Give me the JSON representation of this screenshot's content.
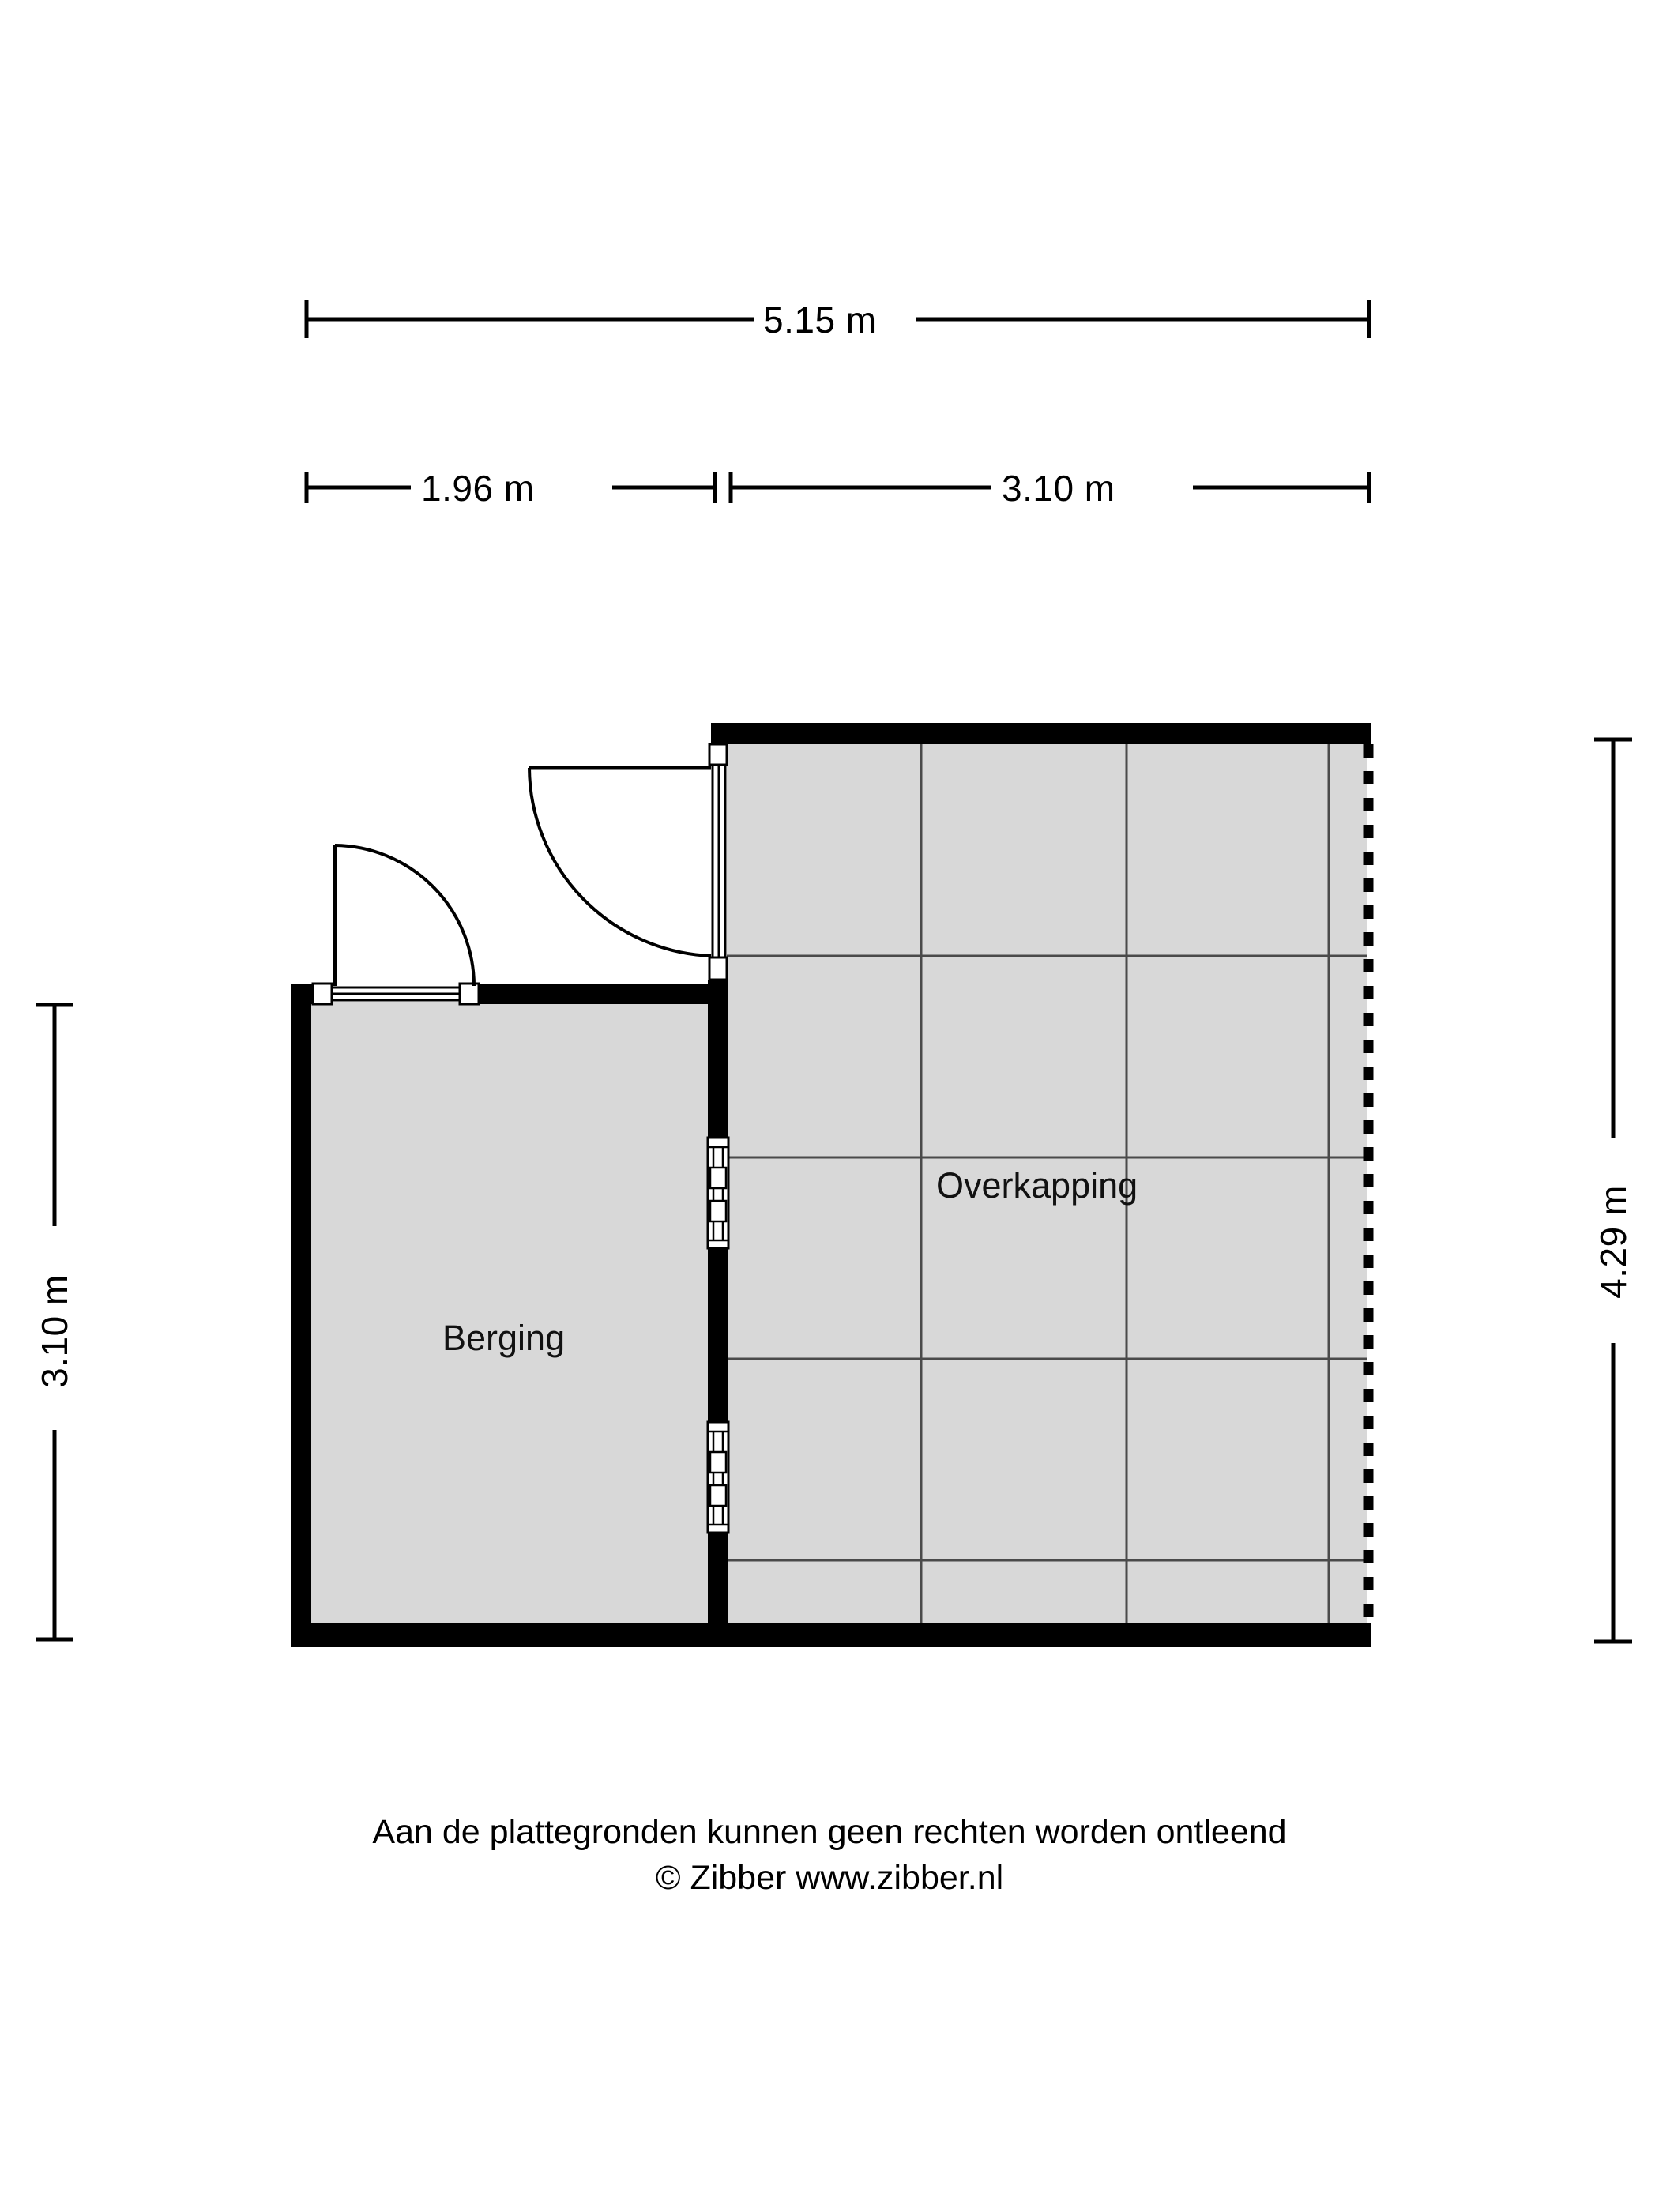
{
  "document": {
    "type": "floor-plan",
    "language": "nl"
  },
  "dimensions": {
    "top_overall": {
      "label": "5.15 m",
      "value": 5.15,
      "unit": "m"
    },
    "top_left_segment": {
      "label": "1.96 m",
      "value": 1.96,
      "unit": "m"
    },
    "top_right_segment": {
      "label": "3.10 m",
      "value": 3.1,
      "unit": "m"
    },
    "left_vertical": {
      "label": "3.10 m",
      "value": 3.1,
      "unit": "m"
    },
    "right_vertical": {
      "label": "4.29 m",
      "value": 4.29,
      "unit": "m"
    }
  },
  "rooms": [
    {
      "id": "berging",
      "label": "Berging"
    },
    {
      "id": "overkapping",
      "label": "Overkapping"
    }
  ],
  "colors": {
    "wall": "#000000",
    "floor_fill": "#d8d8d8",
    "tile_line": "#4a4a4a",
    "dimension_line": "#000000",
    "background": "#ffffff",
    "door_stroke": "#000000"
  },
  "elements": {
    "door_berging_label": "door-swing",
    "door_overkapping_label": "door-swing",
    "window_upper_label": "window-panel",
    "window_lower_label": "window-panel",
    "open_side_label": "dashed-open-edge"
  },
  "footer": {
    "line1": "Aan de plattegronden kunnen geen rechten worden ontleend",
    "line2": "© Zibber www.zibber.nl"
  }
}
